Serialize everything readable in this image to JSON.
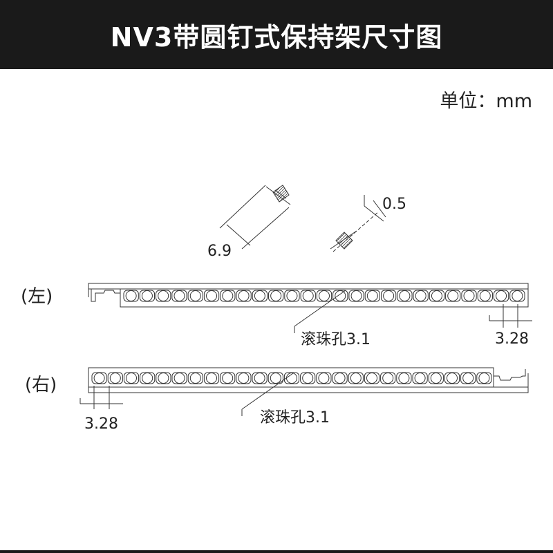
{
  "title": "NV3带圆钉式保持架尺寸图",
  "unit": "单位：mm",
  "colors": {
    "title_bg": "#1a1a1a",
    "title_text": "#ffffff",
    "line": "#333333"
  },
  "top_detail": {
    "length_label": "6.9",
    "thickness_label": "0.5"
  },
  "left_cage": {
    "label": "(左)",
    "hole_label": "滚珠孔3.1",
    "pitch_label": "3.28",
    "hole_count": 25
  },
  "right_cage": {
    "label": "(右)",
    "hole_label": "滚珠孔3.1",
    "pitch_label": "3.28",
    "hole_count": 25
  }
}
